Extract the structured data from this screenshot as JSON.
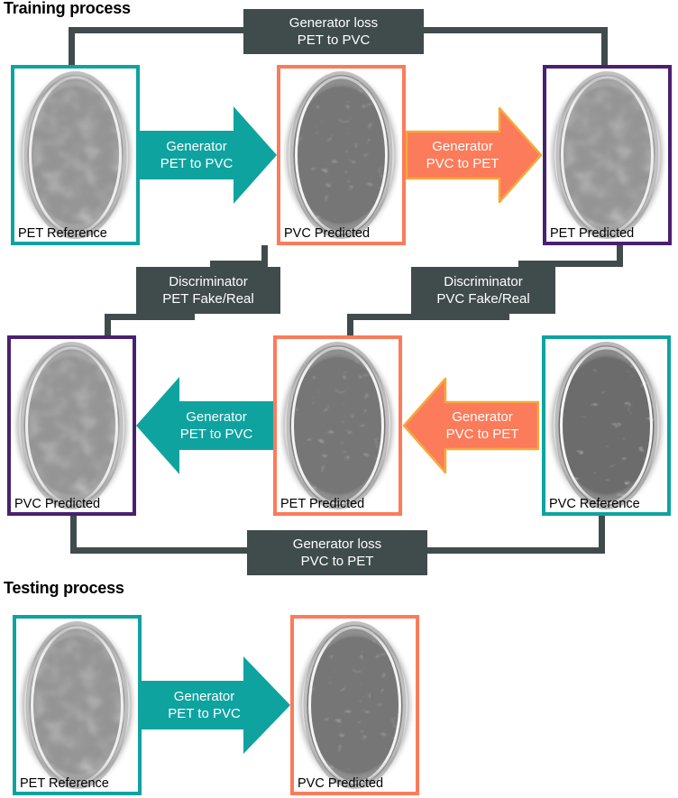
{
  "sections": {
    "training_title": "Training process",
    "testing_title": "Testing process"
  },
  "colors": {
    "teal": "#0FA3A0",
    "salmon": "#FB7B5B",
    "purple": "#4A2070",
    "slate": "#404B4C",
    "arrow_orange_stroke": "#F5A93A",
    "white": "#FFFFFF"
  },
  "loss_boxes": {
    "generator_loss_pet_to_pvc": {
      "line1": "Generator loss",
      "line2": "PET to PVC"
    },
    "generator_loss_pvc_to_pet": {
      "line1": "Generator loss",
      "line2": "PVC to PET"
    },
    "discriminator_pet": {
      "line1": "Discriminator",
      "line2": "PET Fake/Real"
    },
    "discriminator_pvc": {
      "line1": "Discriminator",
      "line2": "PVC Fake/Real"
    }
  },
  "arrows": {
    "gen_pet_to_pvc": {
      "line1": "Generator",
      "line2": "PET to PVC",
      "color": "#0FA3A0",
      "direction": "right"
    },
    "gen_pvc_to_pet": {
      "line1": "Generator",
      "line2": "PVC to PET",
      "color": "#FB7B5B",
      "direction": "right"
    },
    "gen_pet_to_pvc_left": {
      "line1": "Generator",
      "line2": "PET to PVC",
      "color": "#0FA3A0",
      "direction": "left"
    },
    "gen_pvc_to_pet_left": {
      "line1": "Generator",
      "line2": "PVC to PET",
      "color": "#FB7B5B",
      "direction": "left"
    },
    "gen_pet_to_pvc_test": {
      "line1": "Generator",
      "line2": "PET to PVC",
      "color": "#0FA3A0",
      "direction": "right"
    }
  },
  "images": {
    "train_row1": [
      {
        "caption": "PET Reference",
        "frame_color": "teal",
        "modality": "pet"
      },
      {
        "caption": "PVC Predicted",
        "frame_color": "salmon",
        "modality": "pvc"
      },
      {
        "caption": "PET Predicted",
        "frame_color": "purple",
        "modality": "pet"
      }
    ],
    "train_row2": [
      {
        "caption": "PVC Predicted",
        "frame_color": "purple",
        "modality": "pet"
      },
      {
        "caption": "PET Predicted",
        "frame_color": "salmon",
        "modality": "pvc"
      },
      {
        "caption": "PVC Reference",
        "frame_color": "teal",
        "modality": "pvc_ref"
      }
    ],
    "test_row": [
      {
        "caption": "PET Reference",
        "frame_color": "teal",
        "modality": "pet"
      },
      {
        "caption": "PVC Predicted",
        "frame_color": "salmon",
        "modality": "pvc"
      }
    ]
  }
}
